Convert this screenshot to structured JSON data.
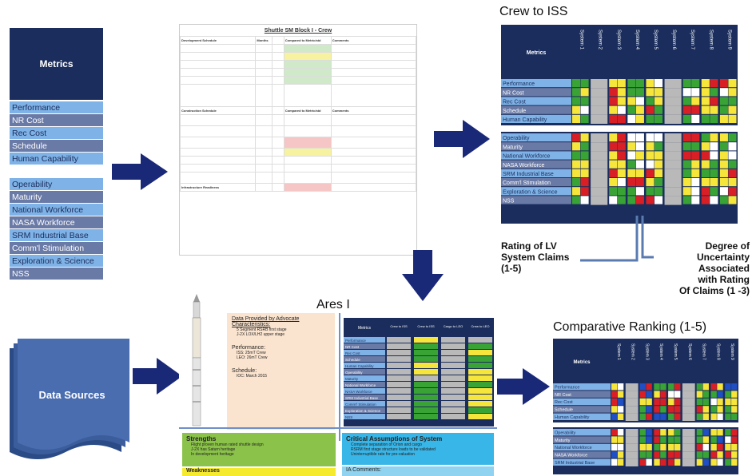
{
  "metrics_panel": {
    "header": "Metrics",
    "group1": [
      "Performance",
      "NR Cost",
      "Rec Cost",
      "Schedule",
      "Human Capability"
    ],
    "group2": [
      "Operability",
      "Maturity",
      "National Workforce",
      "NASA Workforce",
      "SRM Industrial Base",
      "Comm'l Stimulation",
      "Exploration & Science",
      "NSS"
    ]
  },
  "doc": {
    "title": "Shuttle SM Block I - Crew",
    "col_headers": [
      "Development Schedule",
      "Months",
      "",
      "Compared to Metric/std",
      "Comments"
    ],
    "section2": "Construction Schedule",
    "section2_cols": [
      "Compared to Metric/std",
      "Comments"
    ],
    "footer_row": "Infrastructure Readiness"
  },
  "crew_iss": {
    "title": "Crew to ISS",
    "header": "Metrics",
    "systems": [
      "System 1",
      "System 2",
      "System 3",
      "System 4",
      "System 5",
      "System 6",
      "System 7",
      "System 8",
      "System 9"
    ],
    "group1": [
      "Performance",
      "NR Cost",
      "Rec Cost",
      "Schedule",
      "Human Capability"
    ],
    "group2": [
      "Operability",
      "Maturity",
      "National Workforce",
      "NASA Workforce",
      "SRM Industrial Base",
      "Comm'l Stimulation",
      "Exploration & Science",
      "NSS"
    ],
    "annotation_left": [
      "Rating of LV",
      "System Claims",
      "(1-5)"
    ],
    "annotation_right": [
      "Degree of",
      "Uncertainty",
      "Associated",
      "with Rating",
      "Of Claims (1 -3)"
    ]
  },
  "data_sources": {
    "label": "Data Sources"
  },
  "ares": {
    "title": "Ares I",
    "advocate_heading": [
      "Data Provided by Advocate",
      "Characteristics:"
    ],
    "advocate_items": [
      "5 Segment RSRB first stage",
      "J-2X LOX/LH2 upper stage"
    ],
    "performance_heading": "Performance:",
    "performance_items": [
      "ISS:  25mT Crew",
      "LEO:  26mT Crew"
    ],
    "schedule_heading": "Schedule:",
    "schedule_items": [
      "IOC:   March 2015"
    ],
    "strengths_heading": "Strengths",
    "strengths_items": [
      "Flight proven human rated shuttle design",
      "J-2X has Saturn heritage",
      "In development heritage"
    ],
    "weaknesses_heading": "Weaknesses",
    "assumptions_heading": "Critical Assumptions of System",
    "assumptions_items": [
      "Complete separation of Orion and cargo",
      "RSRM first stage structure loads to be validated",
      "Uninterruptible rate for pre-valuation"
    ],
    "comments_heading": "IA Comments:",
    "mini_header": "Metrics",
    "mini_cols": [
      "Crew to ISS",
      "Crew to ISS",
      "Cargo to LEO",
      "Crew to LEO"
    ]
  },
  "comparative": {
    "title": "Comparative Ranking (1-5)",
    "header": "Metrics",
    "systems": [
      "System 1",
      "System 2",
      "System 3",
      "System 4",
      "System 5",
      "System 6",
      "System 7",
      "System 8",
      "System 9"
    ],
    "group1": [
      "Performance",
      "NR Cost",
      "Rec Cost",
      "Schedule",
      "Human Capability"
    ],
    "group2": [
      "Operability",
      "Maturity",
      "National Workforce",
      "NASA Workforce",
      "SRM Industrial Base"
    ]
  },
  "colors": {
    "navy": "#1a2d5c",
    "light_blue": "#7fb2e6",
    "slate": "#6a7aa6",
    "green": "#3aa335",
    "yellow": "#f6e53a",
    "red": "#d81f26",
    "white": "#ffffff",
    "gray": "#b9b9b9",
    "blue": "#1f4fc2"
  }
}
